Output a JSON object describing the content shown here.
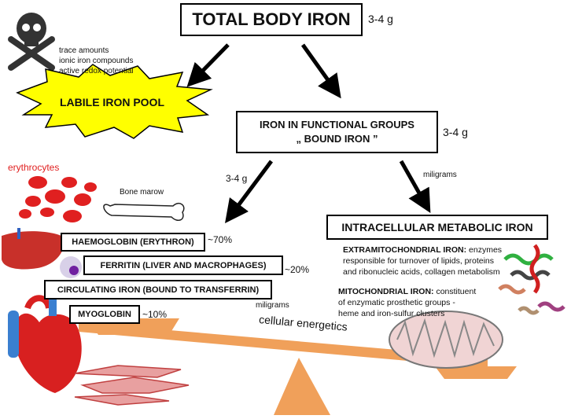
{
  "title": {
    "label": "TOTAL BODY IRON",
    "amount": "3-4 g"
  },
  "labile": {
    "label": "LABILE IRON POOL",
    "notes": [
      "trace amounts",
      "ionic iron compounds",
      "active redox potential"
    ]
  },
  "functional": {
    "line1": "IRON IN FUNCTIONAL GROUPS",
    "line2": "„ BOUND IRON ”",
    "amount": "3-4 g"
  },
  "left_arrow_amount": "3-4 g",
  "right_arrow_amount": "miligrams",
  "images": {
    "erythrocytes": "erythrocytes",
    "bone": "Bone marow"
  },
  "left_boxes": [
    {
      "label": "HAEMOGLOBIN (ERYTHRON)",
      "pct": "~70%"
    },
    {
      "label": "FERRITIN (LIVER AND MACROPHAGES)",
      "pct": "~20%"
    },
    {
      "label": "CIRCULATING IRON (BOUND TO TRANSFERRIN)",
      "pct": ""
    },
    {
      "label": "MYOGLOBIN",
      "pct": "~10%"
    }
  ],
  "left_units": "miligrams",
  "intracellular": {
    "title": "INTRACELLULAR METABOLIC IRON",
    "extra_head": "EXTRAMITOCHONDRIAL IRON:",
    "extra_lines": [
      " enzymes",
      "responsible for turnover of lipids, proteins",
      "and ribonucleic acids, collagen metabolism"
    ],
    "mito_head": "MITOCHONDRIAL IRON:",
    "mito_lines": [
      " constituent",
      "of enzymatic prosthetic groups -",
      "heme and iron-sulfur clusters"
    ]
  },
  "balance_label": "cellular energetics",
  "icons": [
    "skull-icon",
    "liver-icon",
    "heart-icon",
    "muscle-icon",
    "mitochondrion-icon",
    "protein-helix-icon",
    "bone-icon"
  ],
  "colors": {
    "star": "#ffff00",
    "balance": "#f0a05a",
    "erythrocyte": "#e02020",
    "label_red": "#e02020"
  }
}
